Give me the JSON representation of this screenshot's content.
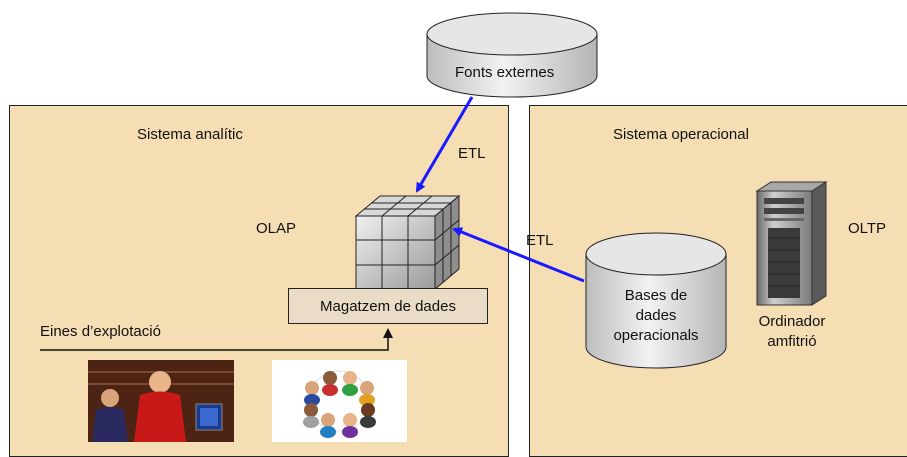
{
  "fonts_externes": "Fonts externes",
  "sistema_analitic": "Sistema analític",
  "sistema_operacional": "Sistema operacional",
  "etl_top": "ETL",
  "etl_mid": "ETL",
  "olap": "OLAP",
  "oltp": "OLTP",
  "magatzem": "Magatzem de dades",
  "eines": "Eines d’explotació",
  "bases_line1": "Bases de",
  "bases_line2": "dades",
  "bases_line3": "operacionals",
  "ordinador_line1": "Ordinador",
  "ordinador_line2": "amfitrió",
  "colors": {
    "panel": "#f5deb3",
    "arrow": "#1a1aff",
    "cylinder": "#d9d9d9"
  }
}
